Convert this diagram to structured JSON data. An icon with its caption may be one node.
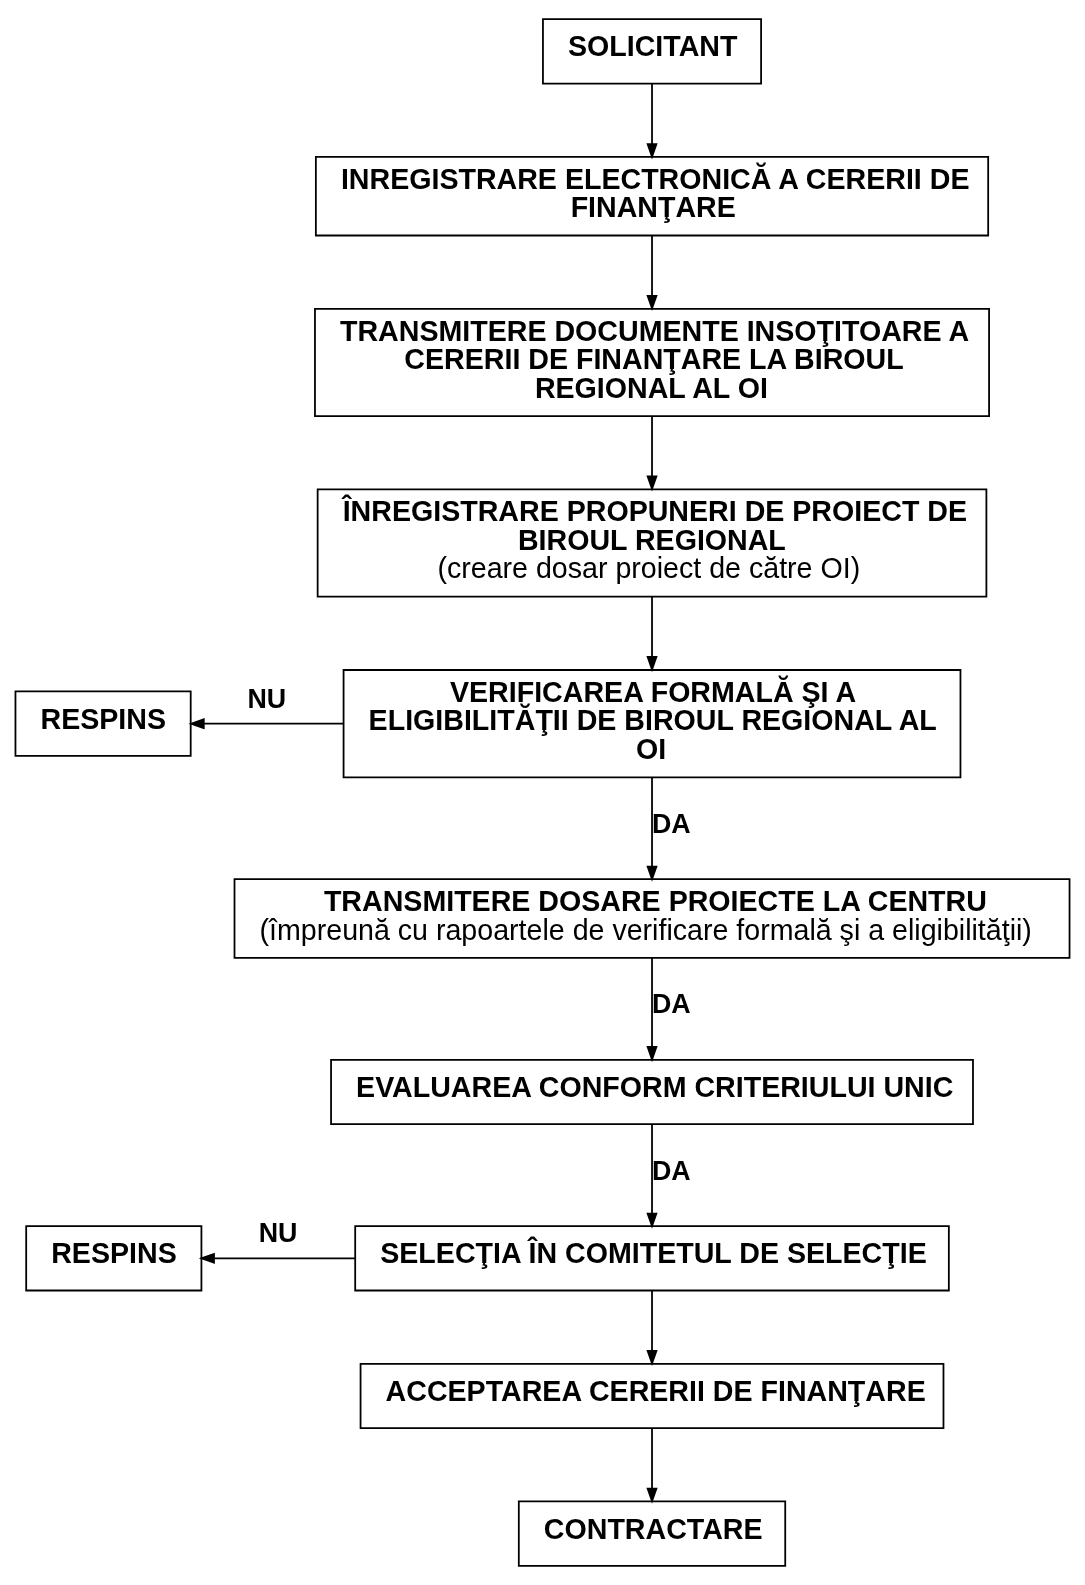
{
  "diagram": {
    "nodes": [
      {
        "text": [
          "SOLICITANT"
        ]
      },
      {
        "text": [
          "INREGISTRARE ELECTRONICĂ A CERERII DE FINANŢARE"
        ]
      },
      {
        "text": [
          "TRANSMITERE DOCUMENTE INSOŢITOARE A CERERII DE FINANŢARE LA BIROUL REGIONAL AL OI"
        ]
      },
      {
        "text": [
          "ÎNREGISTRARE PROPUNERI DE PROIECT DE BIROUL REGIONAL",
          "(creare dosar proiect de către OI)"
        ]
      },
      {
        "text": [
          "VERIFICAREA FORMALĂ ŞI A ELIGIBILITĂŢII DE BIROUL REGIONAL AL OI"
        ]
      },
      {
        "text": [
          "RESPINS"
        ]
      },
      {
        "text": [
          "TRANSMITERE DOSARE PROIECTE LA CENTRU",
          "(împreună cu rapoartele de verificare formală şi a eligibilităţii)"
        ]
      },
      {
        "text": [
          "EVALUAREA CONFORM CRITERIULUI UNIC"
        ]
      },
      {
        "text": [
          "SELECŢIA ÎN COMITETUL DE SELECŢIE"
        ]
      },
      {
        "text": [
          "RESPINS"
        ]
      },
      {
        "text": [
          "ACCEPTAREA CERERII DE FINANŢARE"
        ]
      },
      {
        "text": [
          "CONTRACTARE"
        ]
      }
    ],
    "edges": [
      {
        "from": 0,
        "to": 1,
        "arrow": "to"
      },
      {
        "from": 1,
        "to": 2,
        "arrow": "to"
      },
      {
        "from": 2,
        "to": 3,
        "arrow": "to"
      },
      {
        "from": 3,
        "to": 4,
        "arrow": "to"
      },
      {
        "from": 4,
        "to": 5,
        "arrow": "to",
        "label": "NU"
      },
      {
        "from": 4,
        "to": 6,
        "arrow": "to",
        "label": "DA"
      },
      {
        "from": 6,
        "to": 7,
        "arrow": "to",
        "label": "DA"
      },
      {
        "from": 7,
        "to": 8,
        "arrow": "to",
        "label": "DA"
      },
      {
        "from": 8,
        "to": 9,
        "arrow": "to",
        "label": "NU"
      },
      {
        "from": 8,
        "to": 10,
        "arrow": "to"
      },
      {
        "from": 10,
        "to": 11,
        "arrow": "to"
      }
    ]
  }
}
